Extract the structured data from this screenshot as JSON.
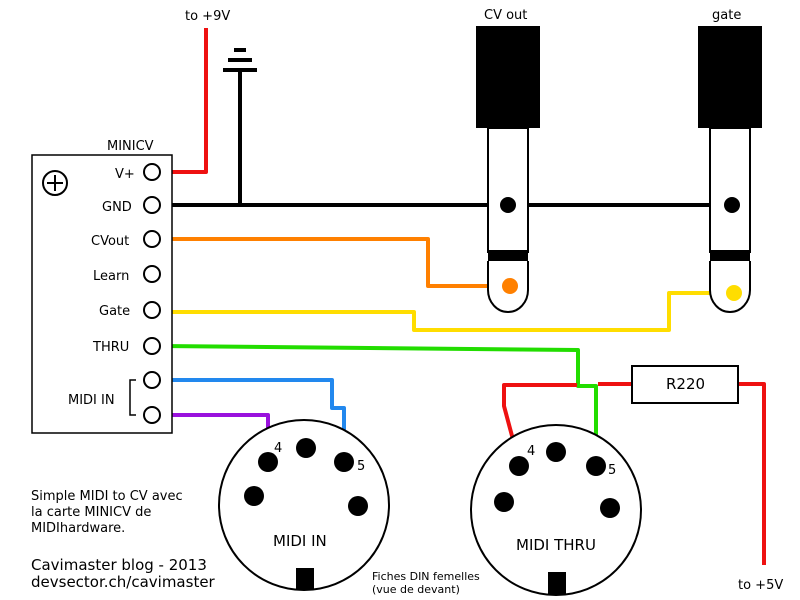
{
  "colors": {
    "power": "#ee1111",
    "ground": "#000000",
    "cv": "#ff8000",
    "gate": "#ffdd00",
    "thru": "#22dd00",
    "midi_in_a": "#2288ee",
    "midi_in_b": "#9911dd"
  },
  "labels": {
    "supply_9v": "to +9V",
    "supply_5v": "to +5V",
    "jack_cv": "CV out",
    "jack_gate": "gate",
    "board": "MINICV",
    "pins": [
      "V+",
      "GND",
      "CVout",
      "Learn",
      "Gate",
      "THRU",
      "MIDI IN"
    ],
    "resistor": "R220",
    "din_in": "MIDI IN",
    "din_thru": "MIDI THRU",
    "pin4": "4",
    "pin5": "5",
    "note_din_1": "Fiches DIN femelles",
    "note_din_2": "(vue de devant)",
    "desc_line1": "Simple MIDI to CV avec",
    "desc_line2": "la carte MINICV de",
    "desc_line3": "MIDIhardware.",
    "credit_line1": "Cavimaster blog - 2013",
    "credit_line2": "devsector.ch/cavimaster"
  }
}
